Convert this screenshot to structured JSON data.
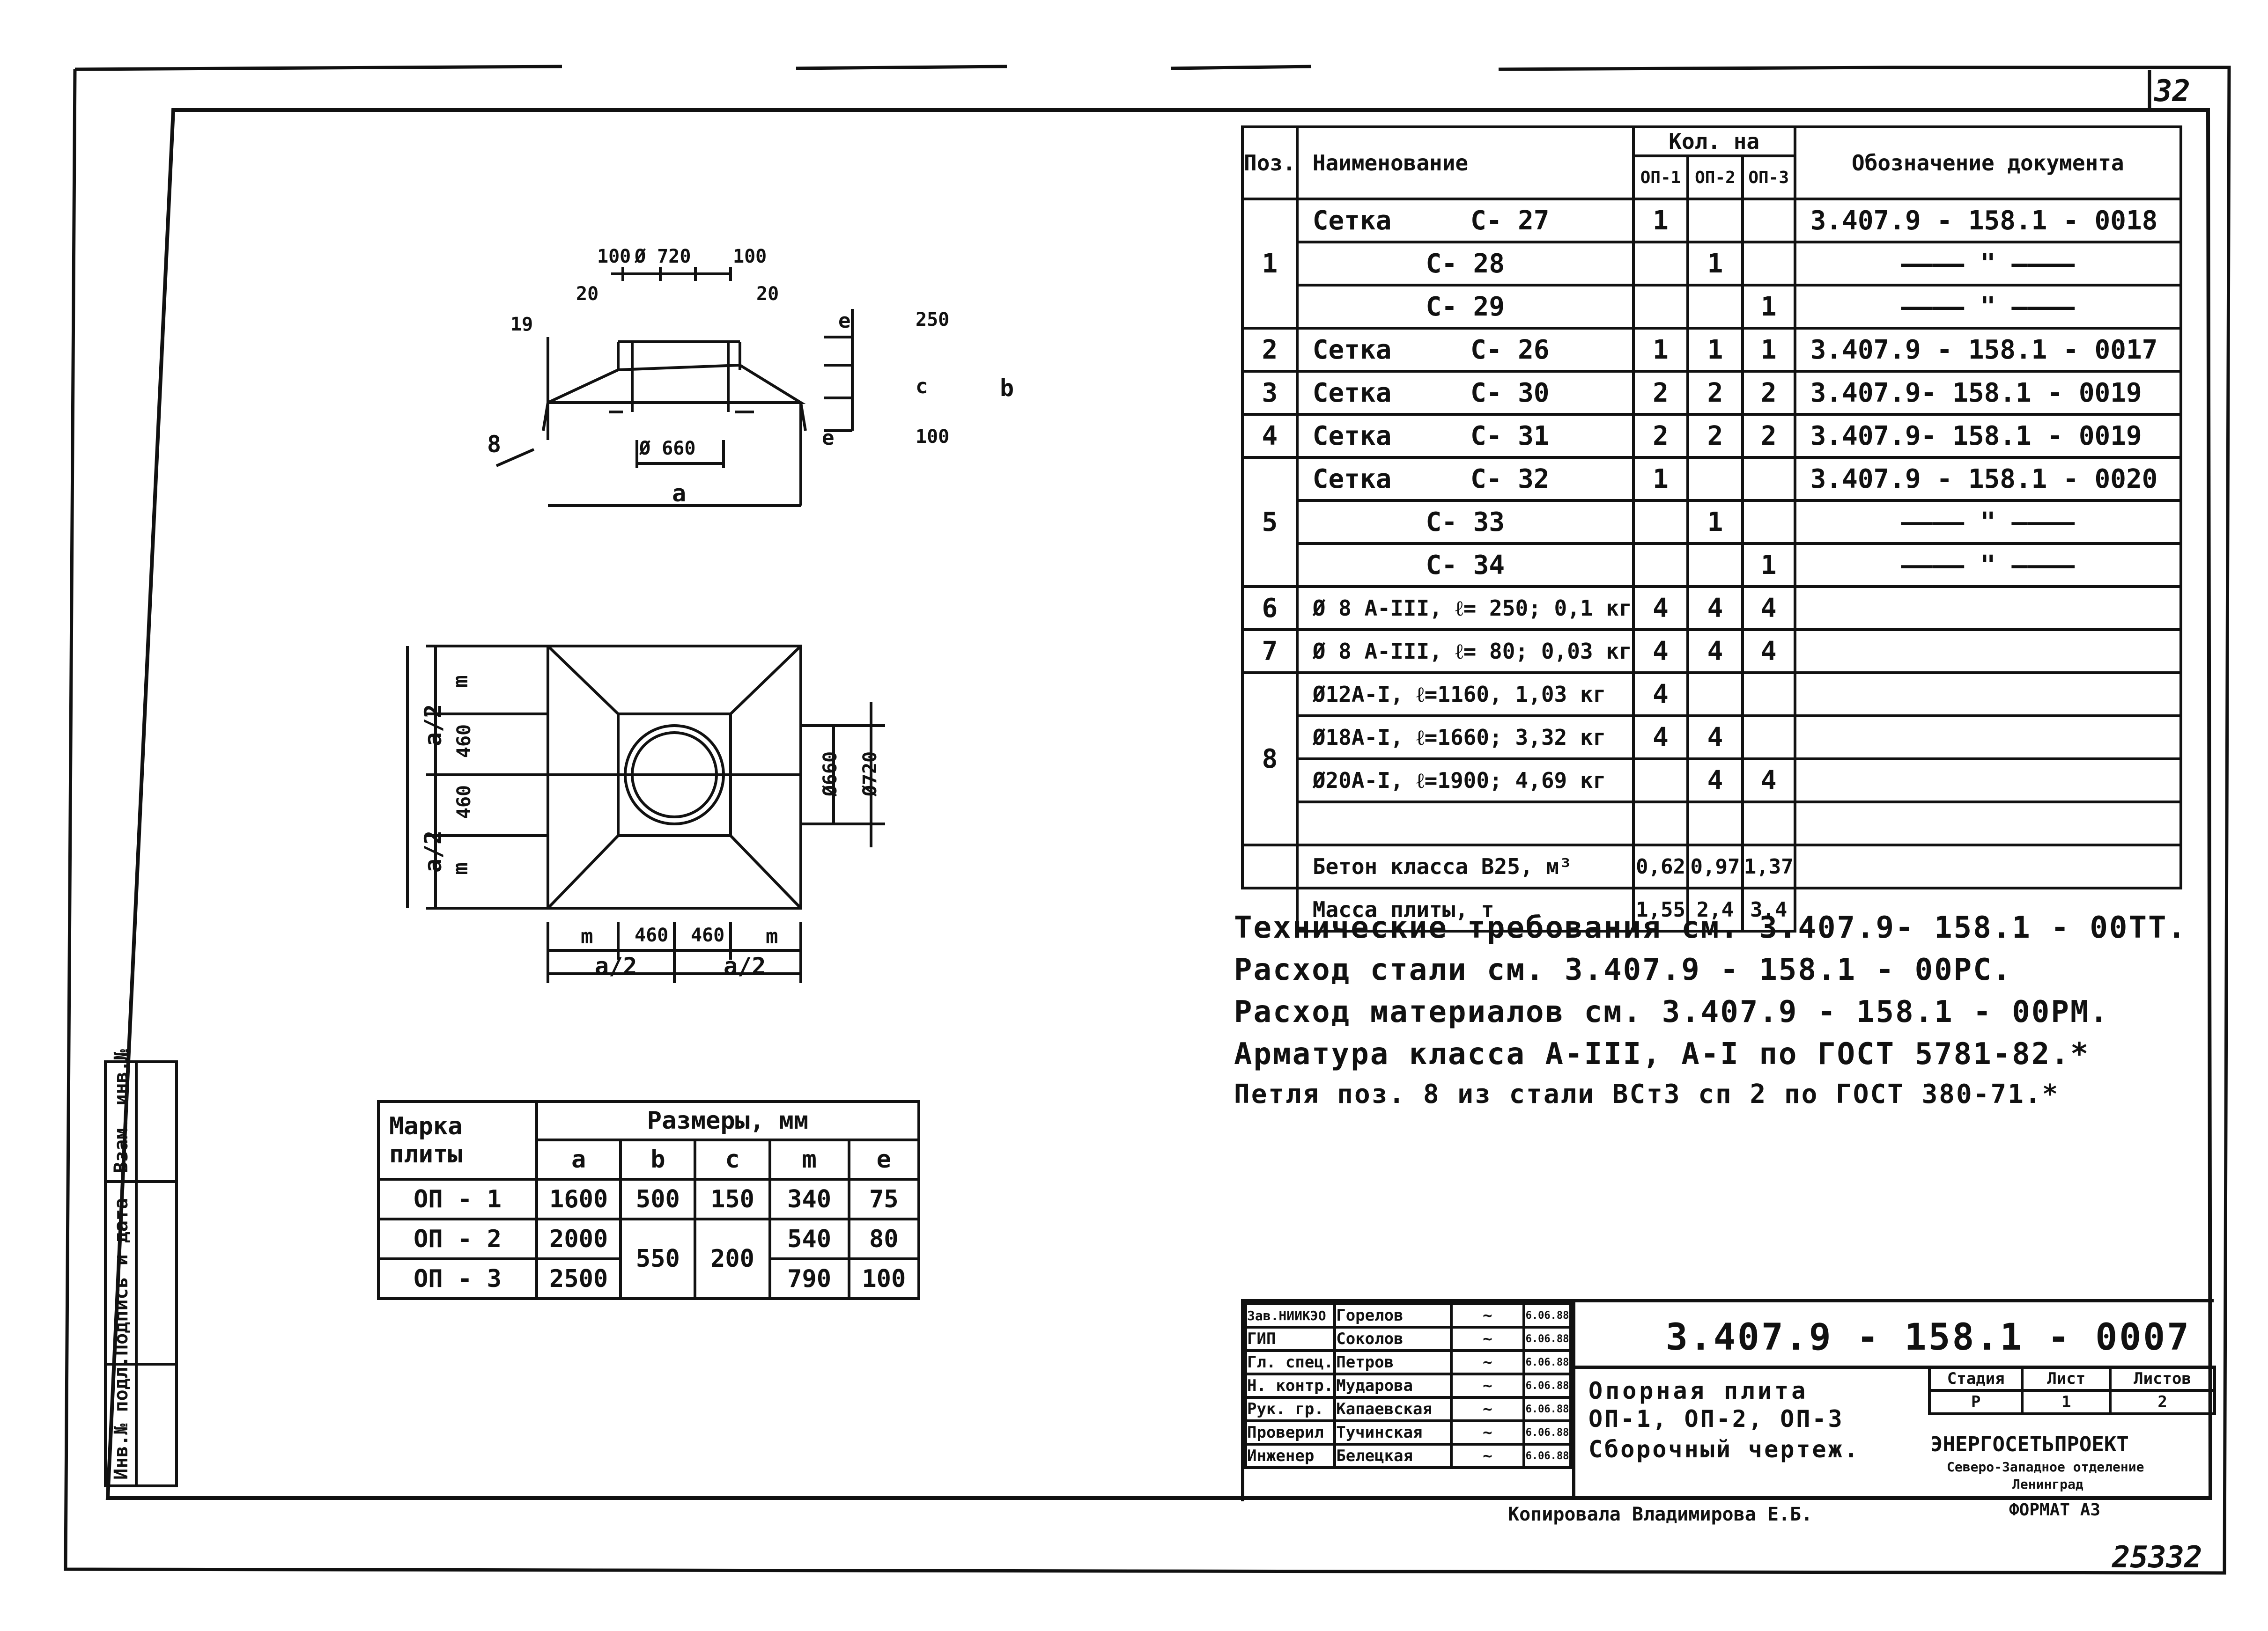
{
  "sheet": {
    "page_number": "32",
    "archive_number": "25332",
    "format": "ФОРМАТ А3",
    "copied_by": "Копировала Владимирова Е.Б."
  },
  "side_stamp": {
    "col1": "Инв.№ подл.",
    "col2": "Подпись и дата",
    "col3": "Взам. инв.№"
  },
  "drawing": {
    "section_labels": [
      "100",
      "Ø 720",
      "100",
      "20",
      "20",
      "19",
      "e",
      "250",
      "c",
      "b",
      "e",
      "100",
      "8",
      "Ø 660",
      "a"
    ],
    "plan_labels": [
      "a/2",
      "a/2",
      "m",
      "460",
      "460",
      "m",
      "Ø660",
      "Ø720",
      "m",
      "460",
      "460",
      "m",
      "a/2",
      "a/2"
    ]
  },
  "spec_table": {
    "headers": {
      "pos": "Поз.",
      "name": "Наименование",
      "qty_group": "Кол. на",
      "op1": "ОП-1",
      "op2": "ОП-2",
      "op3": "ОП-3",
      "doc": "Обозначение документа"
    },
    "rows": [
      {
        "pos": "1",
        "name": "Сетка",
        "mark": "С- 27",
        "q1": "1",
        "q2": "",
        "q3": "",
        "doc": "3.407.9 - 158.1 - 0018"
      },
      {
        "pos": "",
        "name": "",
        "mark": "С- 28",
        "q1": "",
        "q2": "1",
        "q3": "",
        "doc": "———— \" ————"
      },
      {
        "pos": "",
        "name": "",
        "mark": "С- 29",
        "q1": "",
        "q2": "",
        "q3": "1",
        "doc": "———— \" ————"
      },
      {
        "pos": "2",
        "name": "Сетка",
        "mark": "С- 26",
        "q1": "1",
        "q2": "1",
        "q3": "1",
        "doc": "3.407.9 - 158.1 - 0017"
      },
      {
        "pos": "3",
        "name": "Сетка",
        "mark": "С- 30",
        "q1": "2",
        "q2": "2",
        "q3": "2",
        "doc": "3.407.9- 158.1 - 0019"
      },
      {
        "pos": "4",
        "name": "Сетка",
        "mark": "С- 31",
        "q1": "2",
        "q2": "2",
        "q3": "2",
        "doc": "3.407.9- 158.1 - 0019"
      },
      {
        "pos": "5",
        "name": "Сетка",
        "mark": "С- 32",
        "q1": "1",
        "q2": "",
        "q3": "",
        "doc": "3.407.9 - 158.1 - 0020"
      },
      {
        "pos": "",
        "name": "",
        "mark": "С- 33",
        "q1": "",
        "q2": "1",
        "q3": "",
        "doc": "———— \" ————"
      },
      {
        "pos": "",
        "name": "",
        "mark": "С- 34",
        "q1": "",
        "q2": "",
        "q3": "1",
        "doc": "———— \" ————"
      },
      {
        "pos": "6",
        "name": "Ø 8 А-III, ℓ= 250; 0,1 кг",
        "mark": "",
        "q1": "4",
        "q2": "4",
        "q3": "4",
        "doc": ""
      },
      {
        "pos": "7",
        "name": "Ø 8 А-III, ℓ= 80; 0,03 кг",
        "mark": "",
        "q1": "4",
        "q2": "4",
        "q3": "4",
        "doc": ""
      },
      {
        "pos": "8",
        "name": "Ø12А-I, ℓ=1160, 1,03 кг",
        "mark": "",
        "q1": "4",
        "q2": "",
        "q3": "",
        "doc": ""
      },
      {
        "pos": "",
        "name": "Ø18А-I, ℓ=1660; 3,32 кг",
        "mark": "",
        "q1": "4",
        "q2": "4",
        "q3": "",
        "doc": ""
      },
      {
        "pos": "",
        "name": "Ø20А-I, ℓ=1900; 4,69 кг",
        "mark": "",
        "q1": "",
        "q2": "4",
        "q3": "4",
        "doc": ""
      },
      {
        "pos": "",
        "name": "",
        "mark": "",
        "q1": "",
        "q2": "",
        "q3": "",
        "doc": ""
      },
      {
        "pos": "",
        "name": "Бетон класса В25, м³",
        "mark": "",
        "q1": "0,62",
        "q2": "0,97",
        "q3": "1,37",
        "doc": ""
      },
      {
        "pos": "",
        "name": "Масса плиты, т",
        "mark": "",
        "q1": "1,55",
        "q2": "2,4",
        "q3": "3,4",
        "doc": ""
      }
    ]
  },
  "notes": [
    "Технические требования см. 3.407.9- 158.1 - 00ТТ.",
    "Расход стали см. 3.407.9 - 158.1 - 00РС.",
    "Расход материалов см. 3.407.9 - 158.1 - 00РМ.",
    "Арматура класса А-III, А-I по ГОСТ 5781-82.*",
    "Петля поз. 8 из стали ВСт3 сп 2 по ГОСТ 380-71.*"
  ],
  "dims_table": {
    "head_mark": "Марка плиты",
    "head_sizes": "Размеры, мм",
    "cols": [
      "a",
      "b",
      "c",
      "m",
      "e"
    ],
    "rows": [
      {
        "mark": "ОП - 1",
        "a": "1600",
        "b": "500",
        "c": "150",
        "m": "340",
        "e": "75"
      },
      {
        "mark": "ОП - 2",
        "a": "2000",
        "b": "550",
        "c": "200",
        "m": "540",
        "e": "80"
      },
      {
        "mark": "ОП - 3",
        "a": "2500",
        "b": "",
        "c": "",
        "m": "790",
        "e": "100"
      }
    ]
  },
  "title_block": {
    "doc_code": "3.407.9 - 158.1 - 0007",
    "title_lines": [
      "Опорная плита",
      "ОП-1, ОП-2, ОП-3",
      "Сборочный чертеж."
    ],
    "stage_label": "Стадия",
    "stage": "Р",
    "sheet_label": "Лист",
    "sheet": "1",
    "sheets_label": "Листов",
    "sheets": "2",
    "org": "ЭНЕРГОСЕТЬПРОЕКТ",
    "org_sub1": "Северо-Западное отделение",
    "org_sub2": "Ленинград",
    "signers": [
      {
        "role": "Зав.НИИКЭО",
        "name": "Горелов",
        "date": "6.06.88"
      },
      {
        "role": "ГИП",
        "name": "Соколов",
        "date": "6.06.88"
      },
      {
        "role": "Гл. спец.",
        "name": "Петров",
        "date": "6.06.88"
      },
      {
        "role": "Н. контр.",
        "name": "Мударова",
        "date": "6.06.88"
      },
      {
        "role": "Рук. гр.",
        "name": "Капаевская",
        "date": "6.06.88"
      },
      {
        "role": "Проверил",
        "name": "Тучинская",
        "date": "6.06.88"
      },
      {
        "role": "Инженер",
        "name": "Белецкая",
        "date": "6.06.88"
      }
    ]
  }
}
